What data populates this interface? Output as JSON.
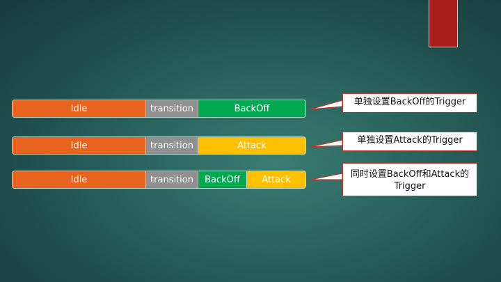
{
  "rows": [
    {
      "segments": [
        "Idle",
        "transition",
        "BackOff"
      ],
      "note": "单独设置BackOff的Trigger"
    },
    {
      "segments": [
        "Idle",
        "transition",
        "Attack"
      ],
      "note": "单独设置Attack的Trigger"
    },
    {
      "segments": [
        "Idle",
        "transition",
        "BackOff",
        "Attack"
      ],
      "note_line1": "同时设置BackOff和Attack的",
      "note_line2": "Trigger"
    }
  ],
  "colors": {
    "idle": "#e8641e",
    "transition": "#8f8f8f",
    "backoff": "#00a94f",
    "attack": "#ffc000",
    "accent": "#a81c1b",
    "callout_border": "#c0392b"
  }
}
